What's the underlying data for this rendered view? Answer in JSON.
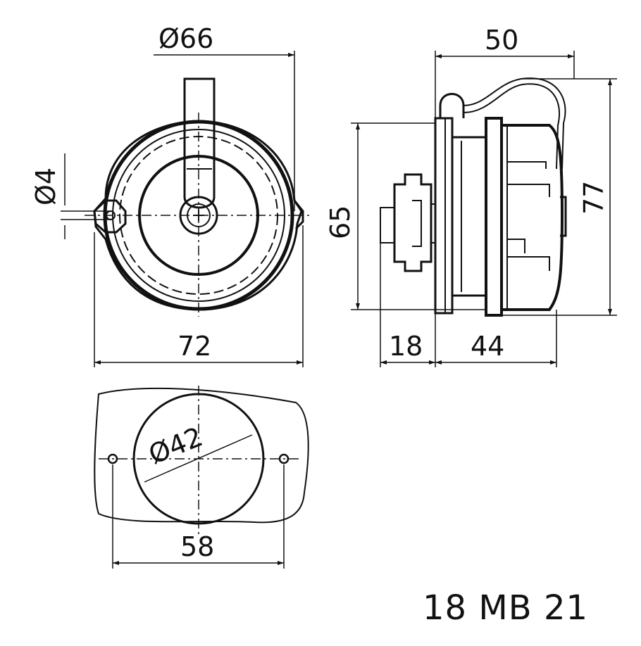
{
  "drawing": {
    "dimensions": {
      "flange_diameter": "Ø66",
      "hole_diameter": "Ø4",
      "flange_width": "72",
      "body_height": "65",
      "overall_depth": "50",
      "overall_height": "77",
      "rear_depth": "18",
      "front_depth": "44",
      "cutout_diameter": "Ø42",
      "hole_spacing": "58"
    },
    "model_code": "18 MB 21"
  }
}
